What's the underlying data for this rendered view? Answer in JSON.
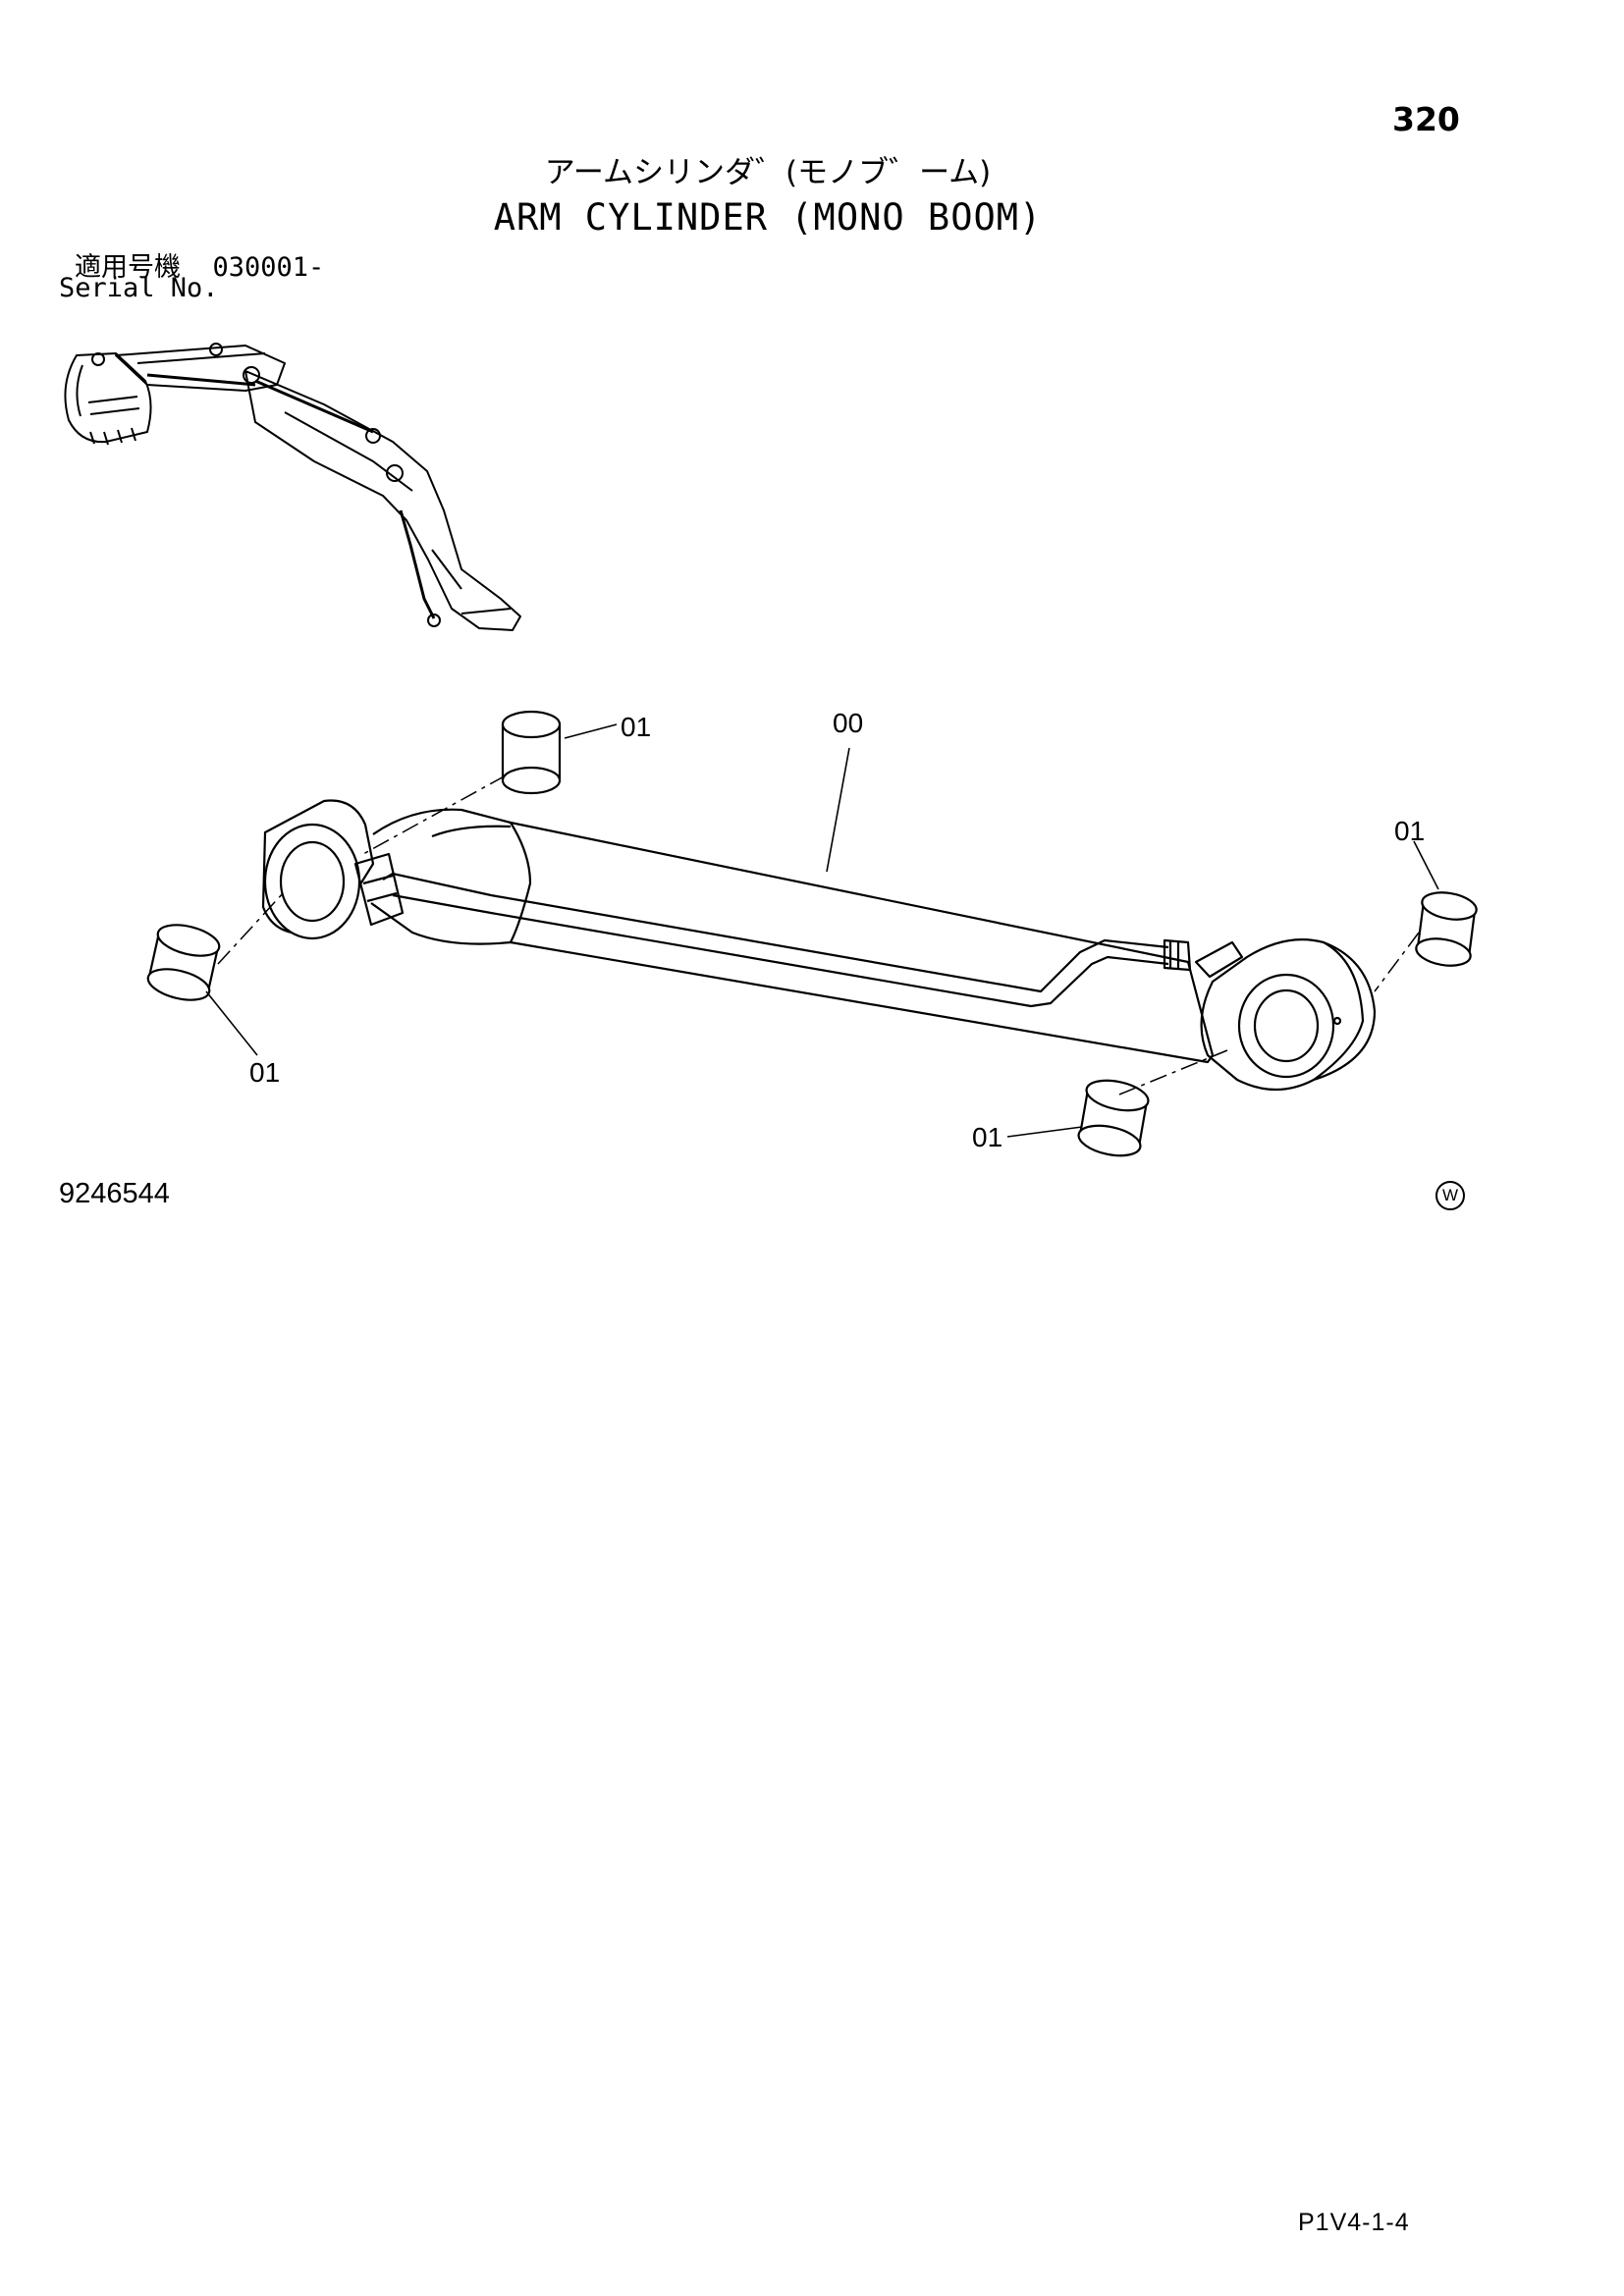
{
  "header": {
    "page_number": "320",
    "title_jp": "アームシリンダ゛(モノブ゛ーム)",
    "title_en": "ARM CYLINDER (MONO BOOM)"
  },
  "applicability": {
    "serial_label_jp": "適用号機",
    "serial_from": "030001-",
    "serial_label_en": "Serial No."
  },
  "parts": {
    "main_assembly_label": "00",
    "bushing_label": "01"
  },
  "footer": {
    "drawing_number": "9246544",
    "mark": "W",
    "page_code": "P1V4-1-4"
  }
}
